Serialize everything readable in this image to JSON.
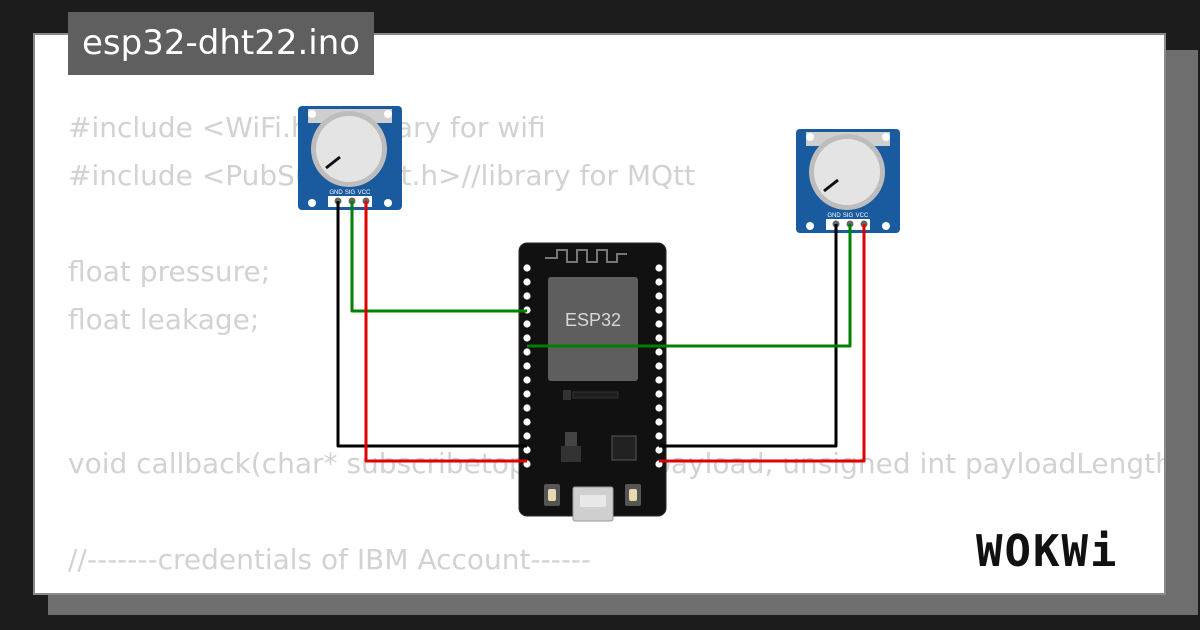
{
  "project": {
    "filename": "esp32-dht22.ino"
  },
  "code_lines": [
    "#include <WiFi.h>//library for wifi",
    "#include <PubSubClient.h>//library for MQtt",
    "",
    "float pressure;",
    "float leakage;",
    "",
    "",
    "void callback(char* subscribetopic, byte* payload, unsigned int payloadLength)",
    "",
    "//-------credentials of IBM Account------"
  ],
  "components": {
    "esp32": {
      "label": "ESP32"
    },
    "pot_left": {
      "pins": [
        "GND",
        "SIG",
        "VCC"
      ]
    },
    "pot_right": {
      "pins": [
        "GND",
        "SIG",
        "VCC"
      ]
    }
  },
  "wire_colors": {
    "gnd": "#000000",
    "sig": "#008000",
    "vcc": "#e00000"
  },
  "branding": {
    "logo": "WOKWi"
  }
}
